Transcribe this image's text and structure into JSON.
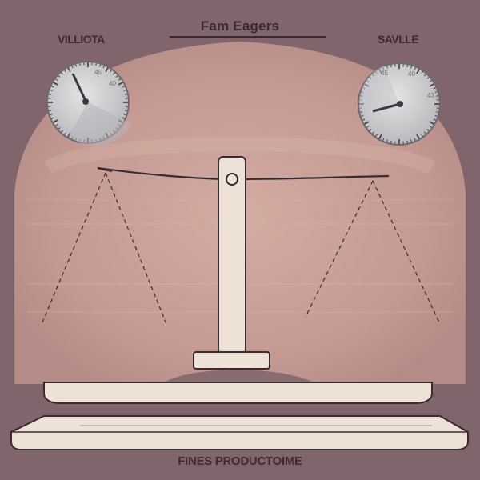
{
  "title": "Fam Eagers",
  "left_label": "VILLIOTA",
  "right_label": "SAVLLE",
  "footer": "FINES PRODUCTOIME",
  "colors": {
    "background": "#80656c",
    "dome": "#c79f97",
    "ink": "#3a2a31",
    "cream": "#eee1d5",
    "dial": "#d6d6d8"
  },
  "icons": {
    "left_gauge": "gauge-icon",
    "right_gauge": "gauge-icon",
    "scale": "balance-scale-icon"
  },
  "gauges": {
    "left": {
      "tick_labels": [
        "45",
        "40"
      ]
    },
    "right": {
      "tick_labels": [
        "45",
        "40",
        "43"
      ]
    }
  }
}
